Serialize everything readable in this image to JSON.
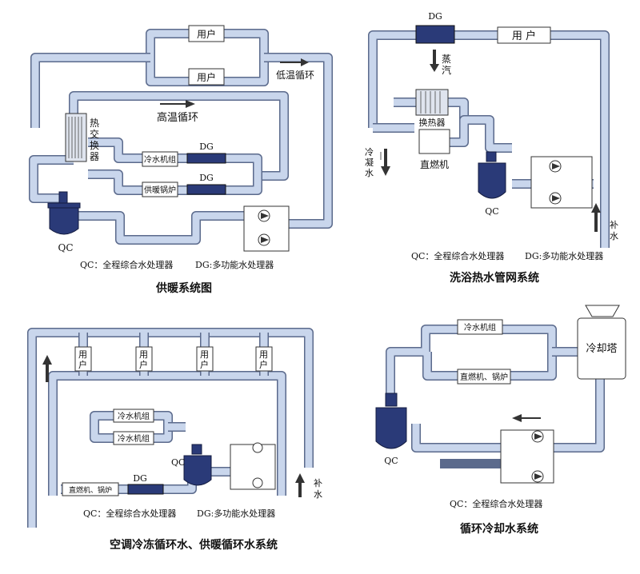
{
  "diagrams": {
    "heating": {
      "caption": "供暖系统图",
      "user_top": "用户",
      "user_bottom": "用户",
      "low_temp": "低温循环",
      "high_temp": "高温循环",
      "heat_exchanger": "热交换器",
      "chiller": "冷水机组",
      "boiler": "供暖锅炉",
      "dg1": "DG",
      "dg2": "DG",
      "qc": "QC",
      "note_qc": "QC：全程综合水处理器",
      "note_dg": "DG:多功能水处理器"
    },
    "bath": {
      "caption": "洗浴热水管网系统",
      "dg": "DG",
      "user": "用 户",
      "steam": "蒸汽",
      "exchanger": "换热器",
      "direct_fired": "直燃机",
      "condensate": "冷凝水",
      "makeup": "补水",
      "qc": "QC",
      "note_qc": "QC：全程综合水处理器",
      "note_dg": "DG:多功能水处理器"
    },
    "ac": {
      "caption": "空调冷冻循环水、供暖循环水系统",
      "users": [
        "用户",
        "用户",
        "用户",
        "用户"
      ],
      "chiller1": "冷水机组",
      "chiller2": "冷水机组",
      "boiler": "直燃机、锅炉",
      "dg": "DG",
      "qc": "QC",
      "makeup": "补水",
      "note_qc": "QC：全程综合水处理器",
      "note_dg": "DG:多功能水处理器"
    },
    "cooling": {
      "caption": "循环冷却水系统",
      "chiller": "冷水机组",
      "boiler": "直燃机、锅炉",
      "tower": "冷却塔",
      "qc": "QC",
      "note_qc": "QC：全程综合水处理器"
    }
  }
}
